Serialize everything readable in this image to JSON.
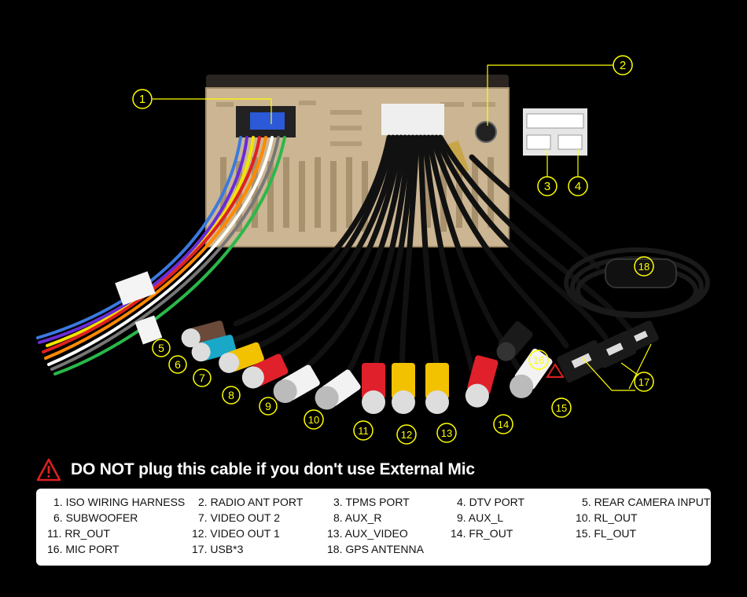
{
  "diagram": {
    "callouts": [
      {
        "number": "1"
      },
      {
        "number": "2"
      },
      {
        "number": "3"
      },
      {
        "number": "4"
      },
      {
        "number": "5"
      },
      {
        "number": "6"
      },
      {
        "number": "7"
      },
      {
        "number": "8"
      },
      {
        "number": "9"
      },
      {
        "number": "10"
      },
      {
        "number": "11"
      },
      {
        "number": "12"
      },
      {
        "number": "13"
      },
      {
        "number": "14"
      },
      {
        "number": "15"
      },
      {
        "number": "16"
      },
      {
        "number": "17"
      },
      {
        "number": "18"
      }
    ],
    "colors": {
      "callout": "#ffff00",
      "warning": "#e02020",
      "chassis": "#cbb592",
      "rca_brown": "#6b4a3a",
      "rca_blue": "#19a8c8",
      "rca_yellow": "#f2c200",
      "rca_red": "#e0202a",
      "rca_white": "#f2f2f2",
      "rca_black": "#1a1a1a"
    }
  },
  "warning": {
    "text": "DO NOT plug this cable if you don't use External Mic",
    "icon": "warning-triangle-icon"
  },
  "legend": {
    "items": [
      "1. ISO WIRING HARNESS",
      "2. RADIO ANT PORT",
      "3. TPMS PORT",
      "4. DTV PORT",
      "5. REAR CAMERA INPUT",
      "6. SUBWOOFER",
      "7. VIDEO OUT 2",
      "8. AUX_R",
      "9.  AUX_L",
      "10. RL_OUT",
      "11. RR_OUT",
      "12. VIDEO OUT 1",
      "13. AUX_VIDEO",
      "14. FR_OUT",
      "15. FL_OUT",
      "16. MIC PORT",
      "17. USB*3",
      "18. GPS ANTENNA"
    ]
  }
}
